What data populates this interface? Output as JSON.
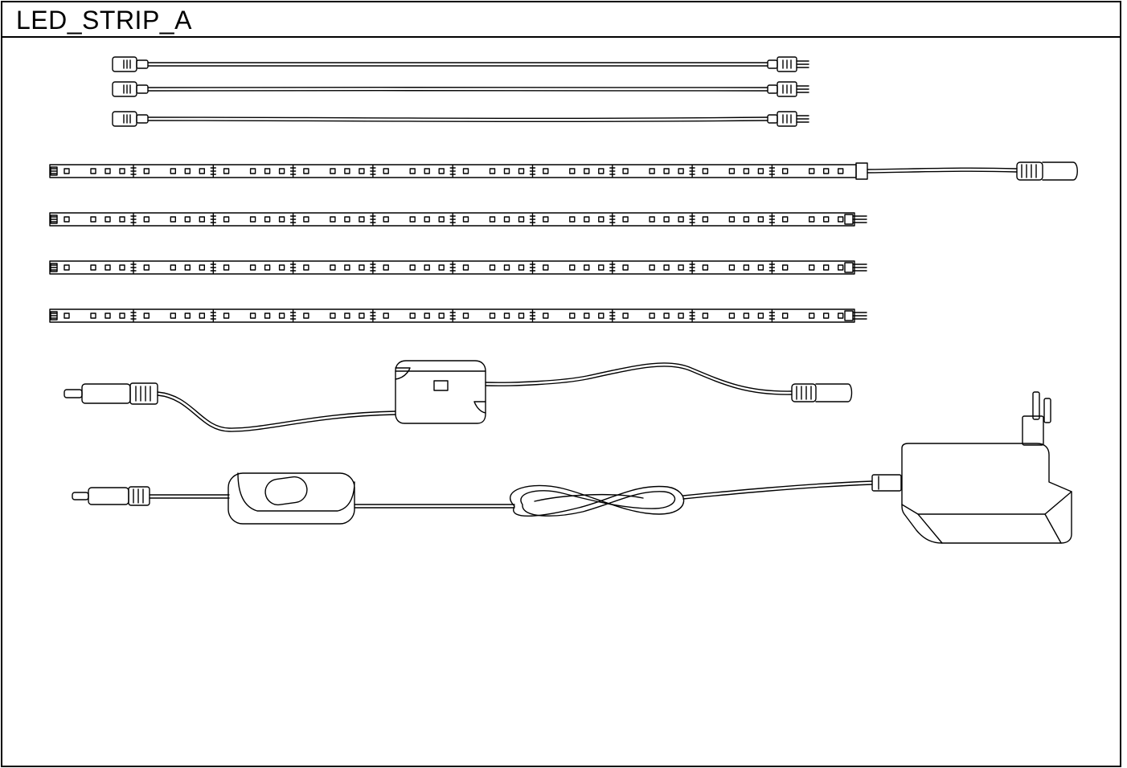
{
  "title": "LED_STRIP_A",
  "colors": {
    "stroke": "#000000",
    "background": "#ffffff"
  },
  "components": [
    {
      "name": "connector-cable",
      "count": 3
    },
    {
      "name": "led-strip-with-power-lead",
      "count": 1
    },
    {
      "name": "led-strip-with-pin-connector",
      "count": 3
    },
    {
      "name": "control-box-cable",
      "count": 1
    },
    {
      "name": "power-adapter-with-inline-switch",
      "count": 1
    }
  ]
}
